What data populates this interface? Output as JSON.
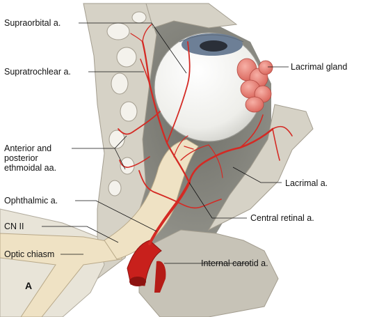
{
  "labels": {
    "supraorbital": "Supraorbital a.",
    "supratrochlear": "Supratrochlear a.",
    "ethmoidal_line1": "Anterior and",
    "ethmoidal_line2": "posterior",
    "ethmoidal_line3": "ethmoidal aa.",
    "ophthalmic": "Ophthalmic a.",
    "cn2": "CN II",
    "chiasm": "Optic chiasm",
    "lacrimal_gland": "Lacrimal gland",
    "lacrimal_artery": "Lacrimal a.",
    "central_retinal": "Central retinal a.",
    "internal_carotid": "Internal carotid a.",
    "panel": "A"
  },
  "colors": {
    "artery": "#d42a24",
    "bone": "#d4d0c4",
    "bone_edge": "#a9a395",
    "nerve": "#efe2c4",
    "globe": "#f6f6f2",
    "gland": "#ee8b80",
    "cavity": "#8a8a82"
  }
}
